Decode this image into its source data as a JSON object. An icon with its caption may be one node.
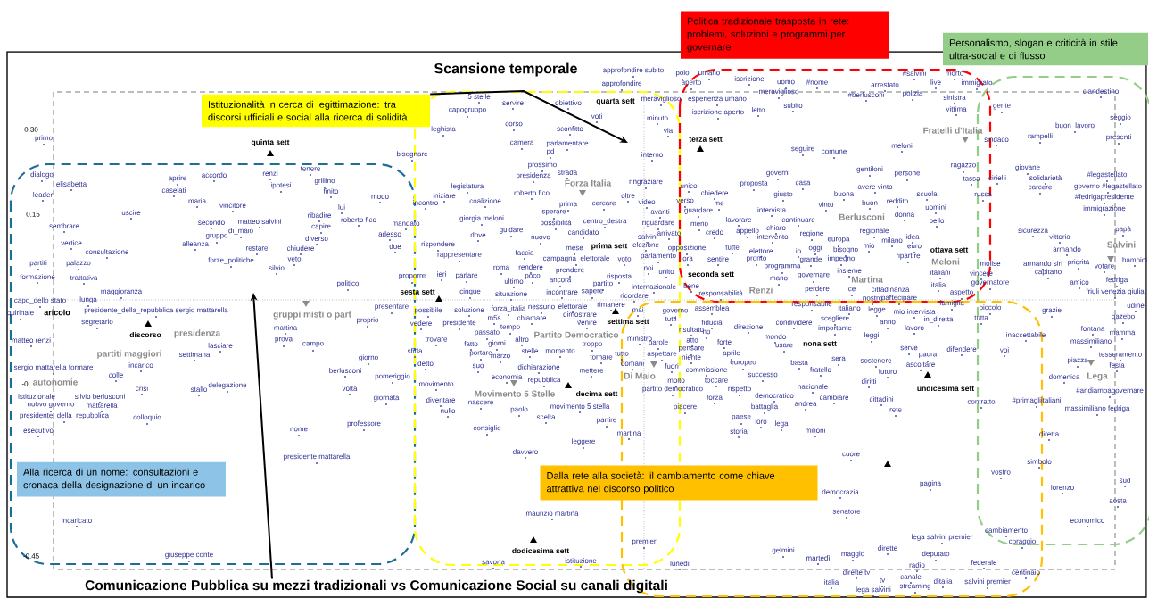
{
  "diagram": {
    "title": "Scansione temporale",
    "nodes": [
      {
        "text": [
          "Alla ricerca di un nome: consultazioni e cronaca della designazione di un incarico"
        ]
      },
      {
        "text": [
          "Istituzionalità in cerca di legittimazione: tra discorsi ufficiali e social alla ricerca di solidità"
        ]
      },
      {
        "text": [
          "Politica tradizionale trasposta in rete: problemi, soluzioni e programmi per governare"
        ]
      },
      {
        "text": [
          "Personalismo, slogan e criticità in stile ultra-social e di flusso"
        ]
      },
      {
        "text": [
          "Dalla rete alla società: il cambiamento come chiave attrattiva nel discorso politico"
        ]
      },
      {
        "text": [
          "Comunicazione Pubblica su mezzi tradizionali vs Comunicazione Social su canali digitali"
        ]
      }
    ],
    "edges": [
      {
        "from": 1,
        "to": null,
        "arrow": "to"
      },
      {
        "from": 5,
        "to": null,
        "arrow": "to"
      }
    ],
    "labels": [
      "approfondire subito",
      "polo",
      "umano",
      "iscrizione",
      "#salvini",
      "morto",
      "approfondire",
      "aperto",
      "uomo",
      "#nome",
      "arrestato",
      "live",
      "immigrato",
      "5 stelle",
      "meraviglioso",
      "#berlusconi",
      "polizia",
      "sinistra",
      "clandestino",
      "servire",
      "obiettivo",
      "quarta sett",
      "meraviglioso",
      "esperienza umano",
      "subito",
      "gente",
      "capogruppo",
      "iscrizione aperto",
      "letto",
      "vittima",
      "corso",
      "voti",
      "minuto",
      "seggio",
      "0.30",
      "leghista",
      "sconfitto",
      "via",
      "Fratelli d'Italia",
      "buon_lavoro",
      "primo",
      "terza sett",
      "sindaco",
      "rampelli",
      "presenti",
      "quinta sett",
      "camera",
      "parlamentare",
      "seguire",
      "meloni",
      "bisognare",
      "pd",
      "interno",
      "comune",
      "tenere",
      "prossimo",
      "ragazzo",
      "giovane",
      "dialogo",
      "accordo",
      "renzi",
      "presidenza",
      "strada",
      "governi",
      "gentiloni",
      "persone",
      "cirielli",
      "solidarietà",
      "#legastellato",
      "elisabetta",
      "aprire",
      "ipotesi",
      "grillino",
      "legislatura",
      "Forza Italia",
      "ringraziare",
      "unico",
      "proposta",
      "casa",
      "avere vinto",
      "tassa",
      "governo #legastellato",
      "leader",
      "caselati",
      "finito",
      "iniziare",
      "roberto fico",
      "oltre",
      "chiedere",
      "giusto",
      "buona",
      "scuola",
      "russa",
      "carcere",
      "maria",
      "modo",
      "incontro",
      "coalizione",
      "prima",
      "cercare",
      "video",
      "verso",
      "me",
      "vinto",
      "buon",
      "reddito",
      "#fedrigapresidente",
      "uscire",
      "vincitore",
      "lui",
      "sperare",
      "avanti",
      "guardare",
      "intervista",
      "uomini",
      "immigrazione",
      "0.15",
      "secondo",
      "matteo salvini",
      "ribadire",
      "roberto fico",
      "giorgia meloni",
      "centro_destra",
      "lavorare",
      "continuare",
      "Berlusconi",
      "donna",
      "bello",
      "sembrare",
      "di_maio",
      "capire",
      "mandato",
      "guidare",
      "possibilità",
      "riguardare",
      "meno",
      "appello",
      "chiaro",
      "regionale",
      "sicurezza",
      "papà",
      "gruppo",
      "diverso",
      "adesso",
      "dove",
      "nuovo",
      "candidato",
      "salvini",
      "arrivato",
      "credo",
      "intervento",
      "regione",
      "europa",
      "milano",
      "idea",
      "vittoria",
      "vertice",
      "alleanza",
      "restare",
      "chiudere",
      "due",
      "rispondere",
      "mese",
      "prima sett",
      "elezione",
      "opposizione",
      "tutte",
      "oggi",
      "mio",
      "euro",
      "armando",
      "Salvini",
      "consultazione",
      "rappresentare",
      "faccia",
      "parlamento",
      "elettore",
      "io",
      "bisogno",
      "ripartire",
      "ottava sett",
      "partiti",
      "palazzo",
      "forze_politiche",
      "veto",
      "rendere",
      "campagna_elettorale",
      "voto",
      "ora",
      "sentire",
      "pronto",
      "programma",
      "grande",
      "impegno",
      "Meloni",
      "molise",
      "armando siri",
      "priorità",
      "votare",
      "bambini",
      "silvio",
      "ieri",
      "parlare",
      "roma",
      "prendere",
      "noi",
      "unito",
      "seconda sett",
      "governare",
      "insieme",
      "italiani",
      "vincere",
      "capitano",
      "formazione",
      "trattativa",
      "politico",
      "proporre",
      "ultimo",
      "poco",
      "ancora",
      "partito",
      "risposta",
      "mano",
      "Martina",
      "italia",
      "governatore",
      "amico",
      "fedriga",
      "maggioranza",
      "sesta sett",
      "cinque",
      "situazione",
      "incontrare",
      "sapere",
      "internazionale",
      "bene",
      "responsabilità",
      "Renzi",
      "perdere",
      "ce",
      "cittadinanza",
      "aspetto",
      "friuli venezia giulia",
      "capo_dello stato",
      "lunga",
      "ricordare",
      "nostro",
      "partecipare",
      "presidente_della_repubblica sergio mattarella",
      "presentare",
      "possibile",
      "soluzione",
      "forza_italia",
      "nessuno",
      "elettorale",
      "rimanere",
      "mai",
      "governo",
      "assemblea",
      "responsabile",
      "italiano",
      "legge",
      "mio intervista",
      "famiglia",
      "piccolo",
      "grazie",
      "udine",
      "quirinale",
      "aricolo",
      "gruppi misti o part",
      "proprio",
      "m5s",
      "chiamare",
      "dimostrare",
      "tutti",
      "scegliere",
      "in_diretta",
      "tutta",
      "gazebo",
      "segretario",
      "mattina",
      "vedere",
      "presidente",
      "tempo",
      "venire",
      "settima sett",
      "risultato",
      "fiducia",
      "direzione",
      "condividere",
      "importante",
      "anno",
      "lavoro",
      "fontana",
      "discorso",
      "presidenza",
      "passato",
      "Partito Democratico",
      "ministro",
      "no",
      "mondo",
      "leggi",
      "inaccettabile",
      "mamma",
      "matteo renzi",
      "lasciare",
      "prova",
      "campo",
      "trovare",
      "fatto",
      "giorni",
      "altro",
      "troppo",
      "parole",
      "atto",
      "forte",
      "usare",
      "nona sett",
      "massimiliano",
      "partiti maggiori",
      "settimana",
      "sfida",
      "portare",
      "marzo",
      "stelle",
      "momento",
      "tutto",
      "aspettare",
      "pensare",
      "aprile",
      "serve",
      "paura",
      "difendere",
      "voi",
      "tesseramento",
      "incarico",
      "giorno",
      "detto",
      "tornare",
      "domani",
      "niente",
      "europeo",
      "basta",
      "sera",
      "sostenere",
      "ascoltare",
      "piazza",
      "festa",
      "sergio mattarella formare",
      "berlusconi",
      "suo",
      "dichiarazione",
      "mettere",
      "fuori",
      "commissione",
      "fratello",
      "futuro",
      "autonomie",
      "colle",
      "pomeriggio",
      "economia",
      "repubblica",
      "Di Maio",
      "molto",
      "toccare",
      "successo",
      "diritti",
      "domenica",
      "Lega",
      "-0",
      "crisi",
      "stallo",
      "delegazione",
      "volta",
      "movimento",
      "partito democratico",
      "rispetto",
      "nazionale",
      "undicesima sett",
      "istituzionale",
      "silvio berlusconi",
      "giornata",
      "diventare",
      "Movimento 5 Stelle",
      "decima sett",
      "forza",
      "democratico",
      "cambiare",
      "cittadini",
      "#primagliitaliani",
      "#andiamoagovernare",
      "nuovo governo",
      "mattarella",
      "nascere",
      "paolo",
      "movimento 5 stella",
      "piacere",
      "battaglia",
      "andrea",
      "rete",
      "contratto",
      "massimiliano fedriga",
      "presidente_della_repubblica",
      "colloquio",
      "nullo",
      "scelta",
      "paese",
      "professore",
      "partire",
      "loro",
      "lega",
      "esecutivo",
      "nome",
      "consiglio",
      "martina",
      "storia",
      "milioni",
      "diretta",
      "leggere",
      "davvero",
      "cuore",
      "presidente mattarella",
      "simbolo",
      "vostro",
      "sud",
      "pagina",
      "lorenzo",
      "democrazia",
      "aosta",
      "maurizio martina",
      "senatore",
      "incaricato",
      "economico",
      "cambiamento",
      "premier",
      "lega salvini premier",
      "coraggio",
      "dodicesima sett",
      "gelmini",
      "dirette",
      "-0.45",
      "giuseppe conte",
      "istituzione",
      "martedì",
      "maggio",
      "deputato",
      "savona",
      "lunedì",
      "radio",
      "federale",
      "dirette tv",
      "canale",
      "centinaio",
      "italia",
      "tv",
      "streaming",
      "ditalia",
      "salvini premier",
      "lega salvini"
    ]
  }
}
